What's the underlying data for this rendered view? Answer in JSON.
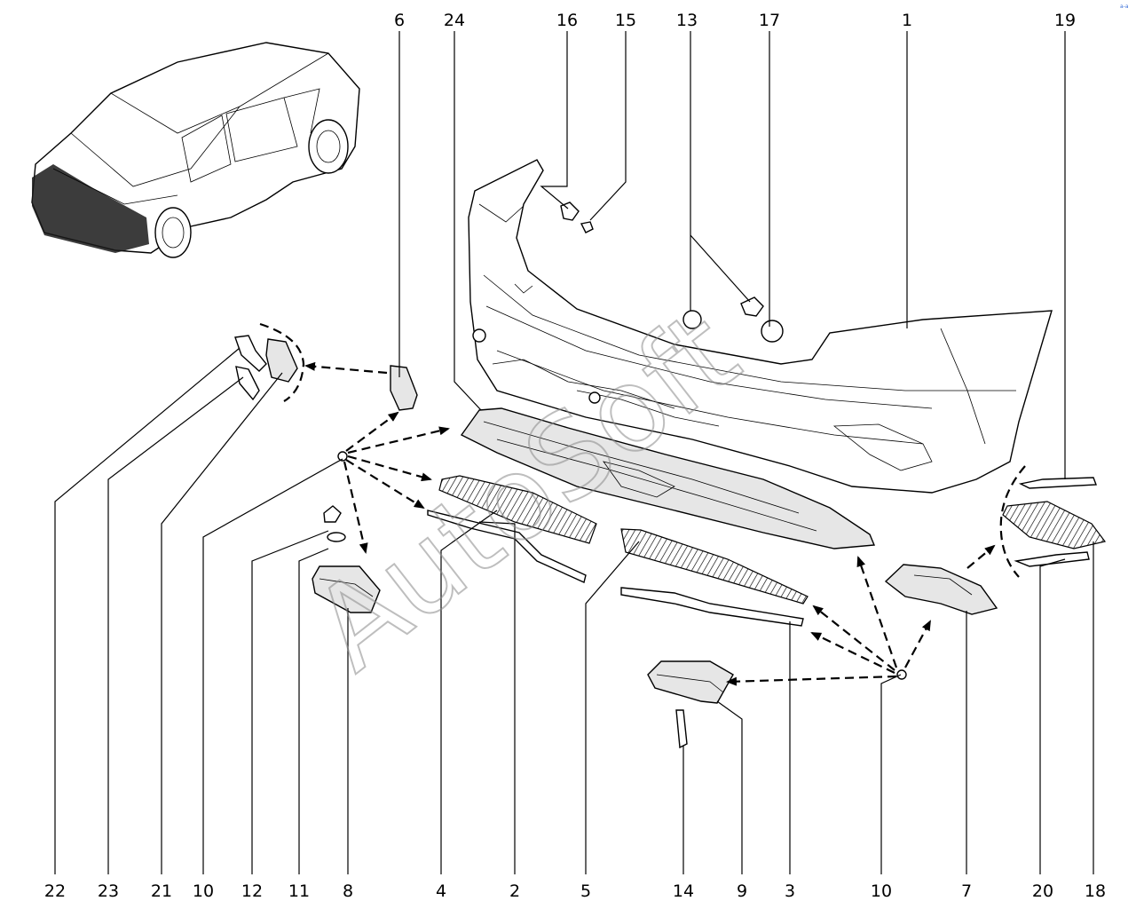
{
  "figure": {
    "watermark": "AutoSoft",
    "corner_mark": "a-a",
    "callout_labels": {
      "n1": "1",
      "n2": "2",
      "n3": "3",
      "n4": "4",
      "n5": "5",
      "n6": "6",
      "n7": "7",
      "n8": "8",
      "n9": "9",
      "n10a": "10",
      "n10b": "10",
      "n11": "11",
      "n12": "12",
      "n13": "13",
      "n14": "14",
      "n15": "15",
      "n16": "16",
      "n17": "17",
      "n18": "18",
      "n19": "19",
      "n20": "20",
      "n21": "21",
      "n22": "22",
      "n23": "23",
      "n24": "24"
    }
  }
}
